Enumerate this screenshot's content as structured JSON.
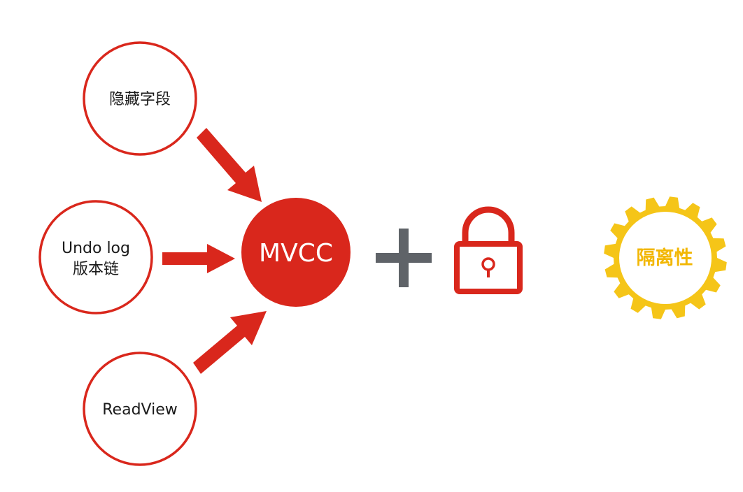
{
  "colors": {
    "accent": "#d9271c",
    "plus": "#5f6368",
    "gear": "#f5c518",
    "gear_text": "#f2b705",
    "text": "#1a1a1a",
    "background": "#ffffff"
  },
  "inputs": [
    {
      "lines": [
        "隐藏字段"
      ]
    },
    {
      "lines": [
        "Undo log",
        "版本链"
      ]
    },
    {
      "lines": [
        "ReadView"
      ]
    }
  ],
  "center": {
    "label": "MVCC"
  },
  "operator": {
    "icon": "plus-icon"
  },
  "lock": {
    "icon": "lock-icon"
  },
  "result": {
    "label": "隔离性",
    "icon": "gear-icon"
  }
}
